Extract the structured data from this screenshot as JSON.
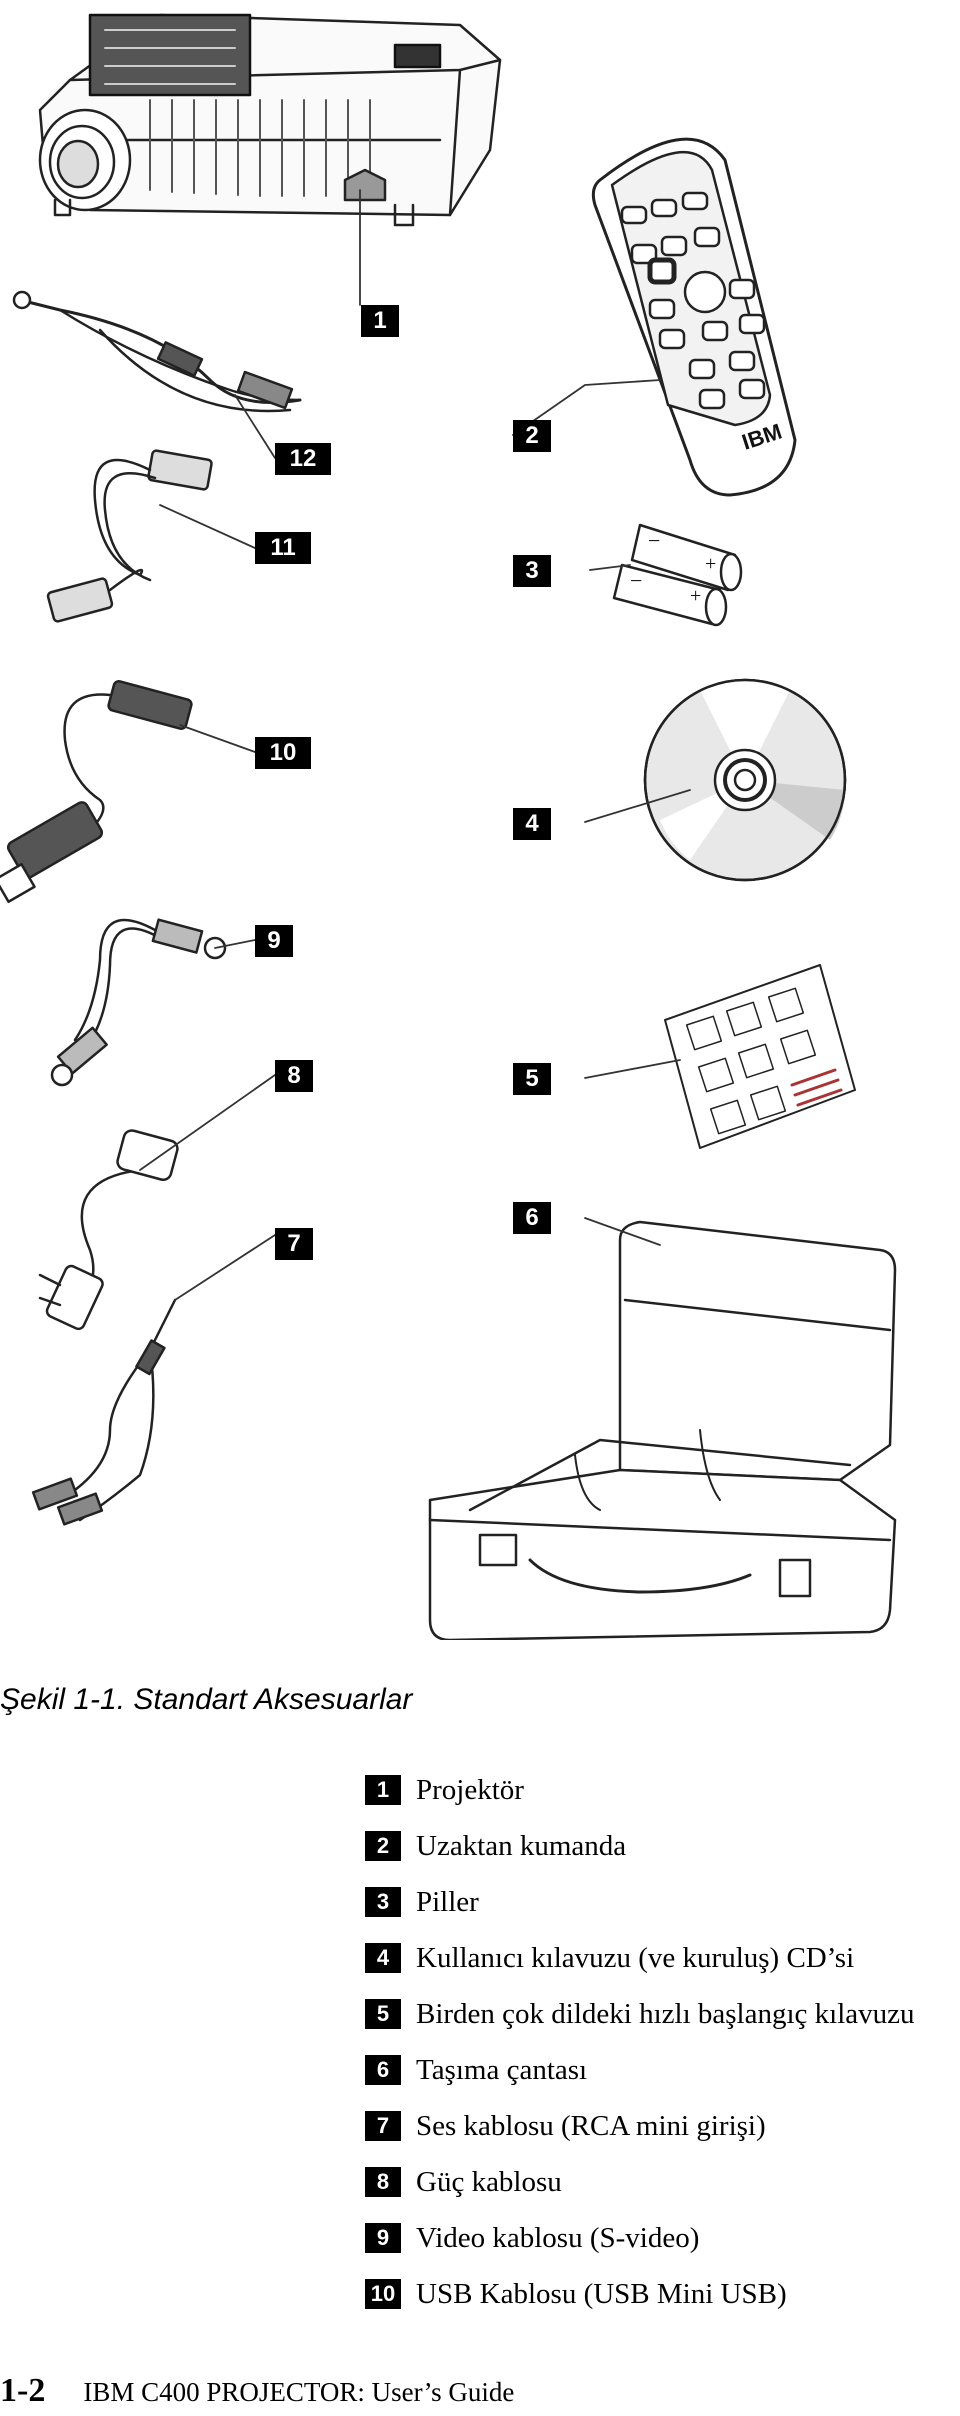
{
  "figure": {
    "callouts": [
      "1",
      "2",
      "3",
      "4",
      "5",
      "6",
      "7",
      "8",
      "9",
      "10",
      "11",
      "12"
    ],
    "remote_brand": "IBM",
    "battery_minus": "−",
    "battery_plus": "+"
  },
  "caption": "Şekil 1-1. Standart Aksesuarlar",
  "legend": [
    {
      "num": "1",
      "label": "Projektör"
    },
    {
      "num": "2",
      "label": "Uzaktan kumanda"
    },
    {
      "num": "3",
      "label": "Piller"
    },
    {
      "num": "4",
      "label": "Kullanıcı kılavuzu (ve kuruluş) CD’si"
    },
    {
      "num": "5",
      "label": "Birden çok dildeki hızlı başlangıç kılavuzu"
    },
    {
      "num": "6",
      "label": "Taşıma çantası"
    },
    {
      "num": "7",
      "label": "Ses kablosu (RCA mini girişi)"
    },
    {
      "num": "8",
      "label": "Güç kablosu"
    },
    {
      "num": "9",
      "label": "Video kablosu (S-video)"
    },
    {
      "num": "10",
      "label": "USB Kablosu (USB Mini USB)"
    }
  ],
  "footer": {
    "page_number": "1-2",
    "title": "IBM C400 PROJECTOR: User’s Guide"
  }
}
